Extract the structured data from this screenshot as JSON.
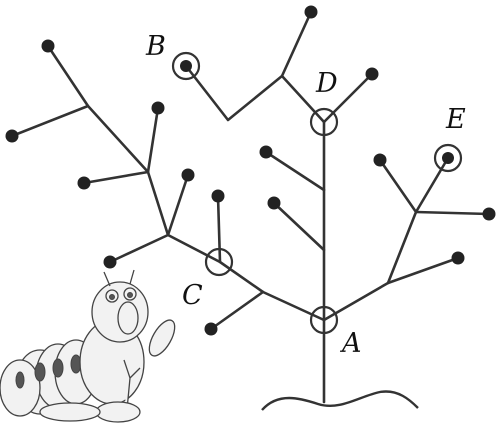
{
  "diagram": {
    "labels": {
      "A": "A",
      "B": "B",
      "C": "C",
      "D": "D",
      "E": "E"
    },
    "illustration": "caterpillar-cartoon",
    "colors": {
      "line": "#333333",
      "leaf": "#222222",
      "background": "#ffffff"
    }
  }
}
